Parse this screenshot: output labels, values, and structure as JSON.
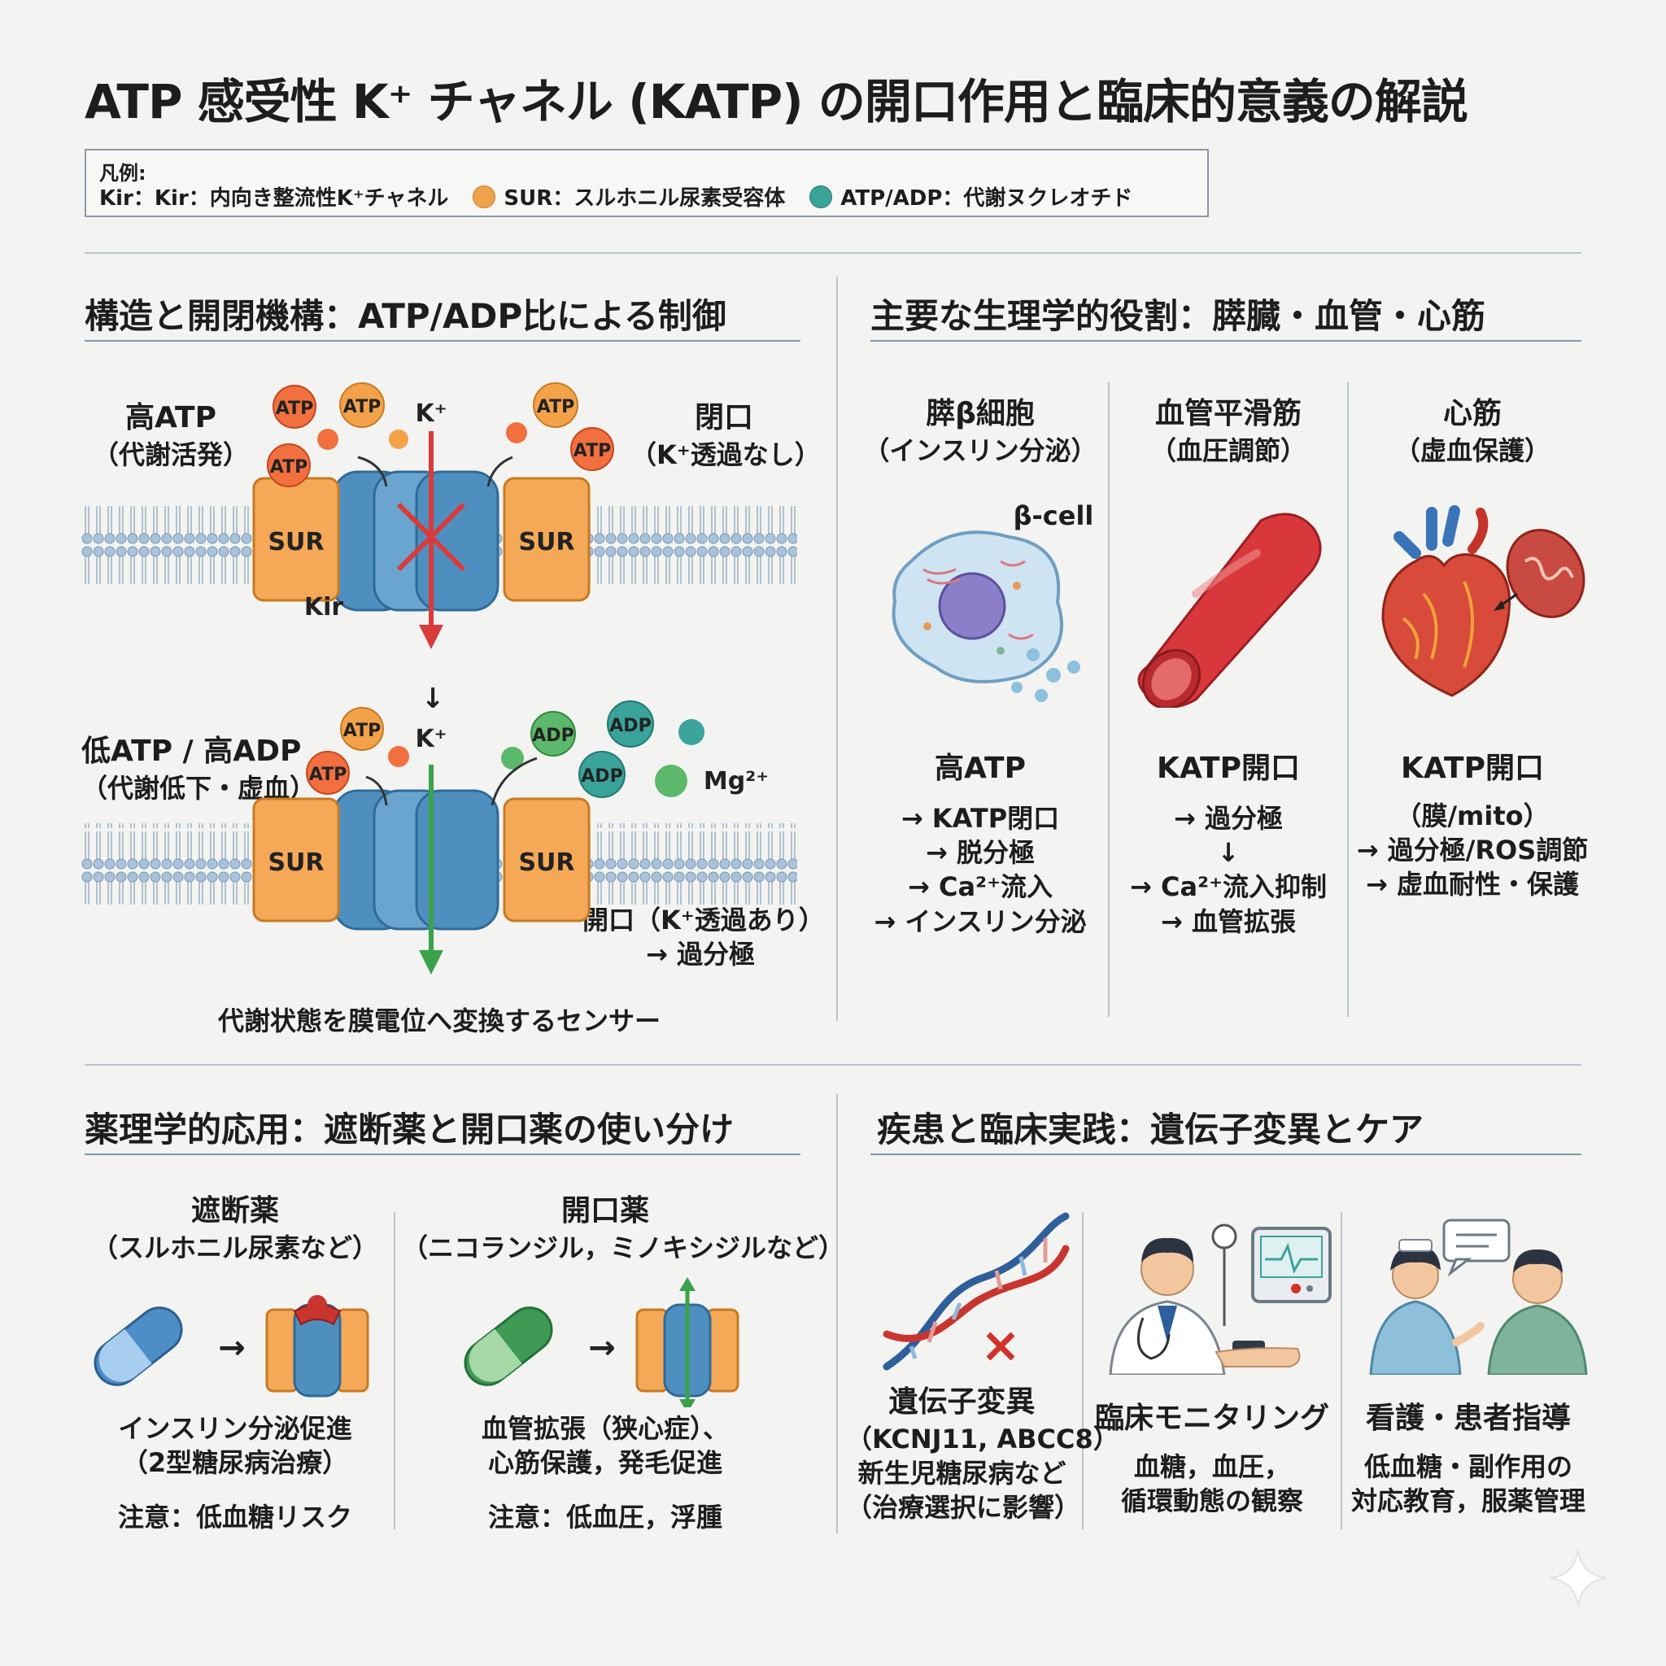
{
  "title": "ATP 感受性 K⁺ チャネル (KATP) の開口作用と臨床的意義の解説",
  "legend": {
    "heading": "凡例:",
    "kir": "Kir：Kir：内向き整流性K⁺チャネル",
    "sur": "SUR：スルホニル尿素受容体",
    "atp_adp": "ATP/ADP：代謝ヌクレオチド",
    "colors": {
      "sur": "#f0a24a",
      "atp_adp": "#3aa39a"
    }
  },
  "structure": {
    "heading": "構造と開閉機構：ATP/ADP比による制御",
    "high_state": {
      "label": "高ATP",
      "sub": "（代謝活発）",
      "status": "閉口",
      "status_sub": "（K⁺透過なし）"
    },
    "low_state": {
      "label": "低ATP / 高ADP",
      "sub": "（代謝低下・虚血）",
      "status": "開口（K⁺透過あり）",
      "status_sub": "→ 過分極"
    },
    "atp": "ATP",
    "adp": "ADP",
    "mg": "Mg²⁺",
    "k_ion": "K⁺",
    "sur": "SUR",
    "kir": "Kir",
    "arrow_down": "↓",
    "caption": "代謝状態を膜電位へ変換するセンサー"
  },
  "physiology": {
    "heading": "主要な生理学的役割：膵臓・血管・心筋",
    "beta_cell_tag": "β-cell",
    "columns": [
      {
        "title": "膵β細胞",
        "sub": "（インスリン分泌）",
        "head": "高ATP",
        "lines": [
          "→ KATP閉口",
          "→ 脱分極",
          "→ Ca²⁺流入",
          "→ インスリン分泌"
        ]
      },
      {
        "title": "血管平滑筋",
        "sub": "（血圧調節）",
        "head": "KATP開口",
        "lines": [
          "→ 過分極",
          "↓",
          "→ Ca²⁺流入抑制",
          "→ 血管拡張"
        ]
      },
      {
        "title": "心筋",
        "sub": "（虚血保護）",
        "head": "KATP開口",
        "lines": [
          "（膜/mito）",
          "→ 過分極/ROS調節",
          "→ 虚血耐性・保護"
        ]
      }
    ]
  },
  "pharmacology": {
    "heading": "薬理学的応用：遮断薬と開口薬の使い分け",
    "arrow": "→",
    "blocker": {
      "title": "遮断薬",
      "sub": "（スルホニル尿素など）",
      "effect": [
        "インスリン分泌促進",
        "（2型糖尿病治療）"
      ],
      "caution": "注意：低血糖リスク"
    },
    "opener": {
      "title": "開口薬",
      "sub": "（ニコランジル，ミノキシジルなど）",
      "effect": [
        "血管拡張（狭心症）、",
        "心筋保護，発毛促進"
      ],
      "caution": "注意：低血圧，浮腫"
    }
  },
  "clinical": {
    "heading": "疾患と臨床実践：遺伝子変異とケア",
    "columns": [
      {
        "title": "遺伝子変異",
        "lines": [
          "（KCNJ11, ABCC8）",
          "新生児糖尿病など",
          "（治療選択に影響）"
        ]
      },
      {
        "title": "臨床モニタリング",
        "lines": [
          "血糖，血圧，",
          "循環動態の観察"
        ]
      },
      {
        "title": "看護・患者指導",
        "lines": [
          "低血糖・副作用の",
          "対応教育，服薬管理"
        ]
      }
    ]
  }
}
